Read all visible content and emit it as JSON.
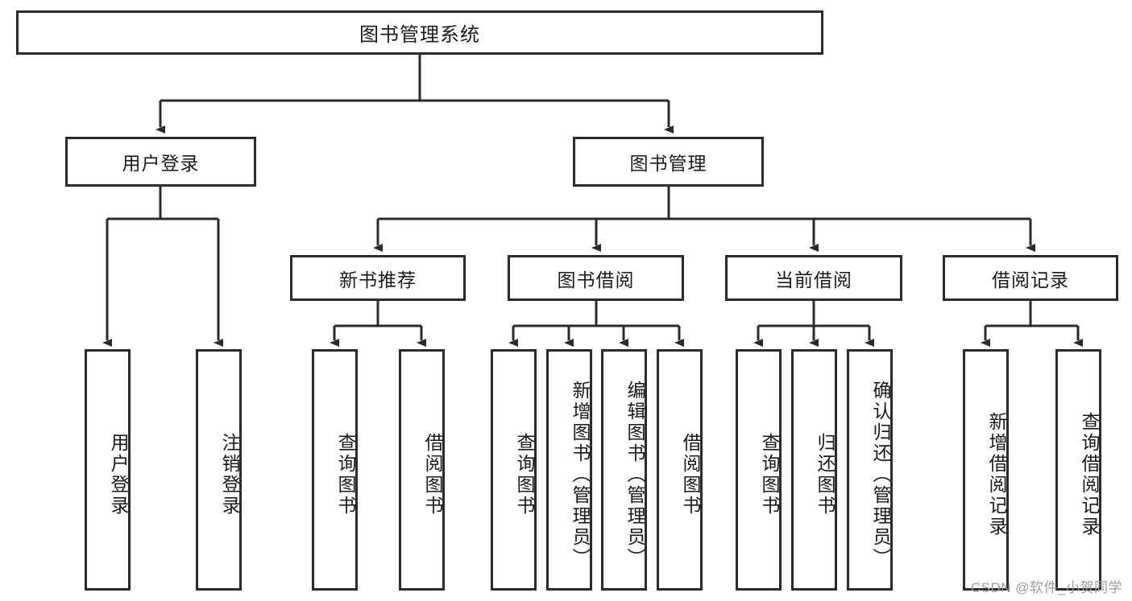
{
  "diagram": {
    "type": "tree-hierarchy-chart",
    "title": "图书管理系统",
    "watermark": "CSDN @软件_小贺同学",
    "levels": {
      "level1": [
        {
          "id": "root",
          "label": "图书管理系统"
        }
      ],
      "level2": [
        {
          "id": "user-login",
          "label": "用户登录"
        },
        {
          "id": "book-management",
          "label": "图书管理"
        }
      ],
      "level3": [
        {
          "id": "new-book-recommend",
          "label": "新书推荐",
          "parent": "book-management"
        },
        {
          "id": "book-borrow",
          "label": "图书借阅",
          "parent": "book-management"
        },
        {
          "id": "current-borrow",
          "label": "当前借阅",
          "parent": "book-management"
        },
        {
          "id": "borrow-record",
          "label": "借阅记录",
          "parent": "book-management"
        }
      ],
      "leaves": {
        "user-login": [
          {
            "id": "leaf-user-login",
            "label": "用户登录"
          },
          {
            "id": "leaf-user-logout",
            "label": "注销登录"
          }
        ],
        "new-book-recommend": [
          {
            "id": "leaf-query-book-1",
            "label": "查询图书"
          },
          {
            "id": "leaf-borrow-book-1",
            "label": "借阅图书"
          }
        ],
        "book-borrow": [
          {
            "id": "leaf-query-book-2",
            "label": "查询图书"
          },
          {
            "id": "leaf-add-book",
            "label": "新增图书（管理员）"
          },
          {
            "id": "leaf-edit-book",
            "label": "编辑图书（管理员）"
          },
          {
            "id": "leaf-borrow-book-2",
            "label": "借阅图书"
          }
        ],
        "current-borrow": [
          {
            "id": "leaf-query-book-3",
            "label": "查询图书"
          },
          {
            "id": "leaf-return-book",
            "label": "归还图书"
          },
          {
            "id": "leaf-confirm-return",
            "label": "确认归还（管理员）"
          }
        ],
        "borrow-record": [
          {
            "id": "leaf-add-record",
            "label": "新增借阅记录"
          },
          {
            "id": "leaf-query-record",
            "label": "查询借阅记录"
          }
        ]
      }
    },
    "colors": {
      "border": "#2b2b2b",
      "background": "#ffffff",
      "text": "#1a1a1a",
      "watermark": "#9b9b9b"
    }
  }
}
